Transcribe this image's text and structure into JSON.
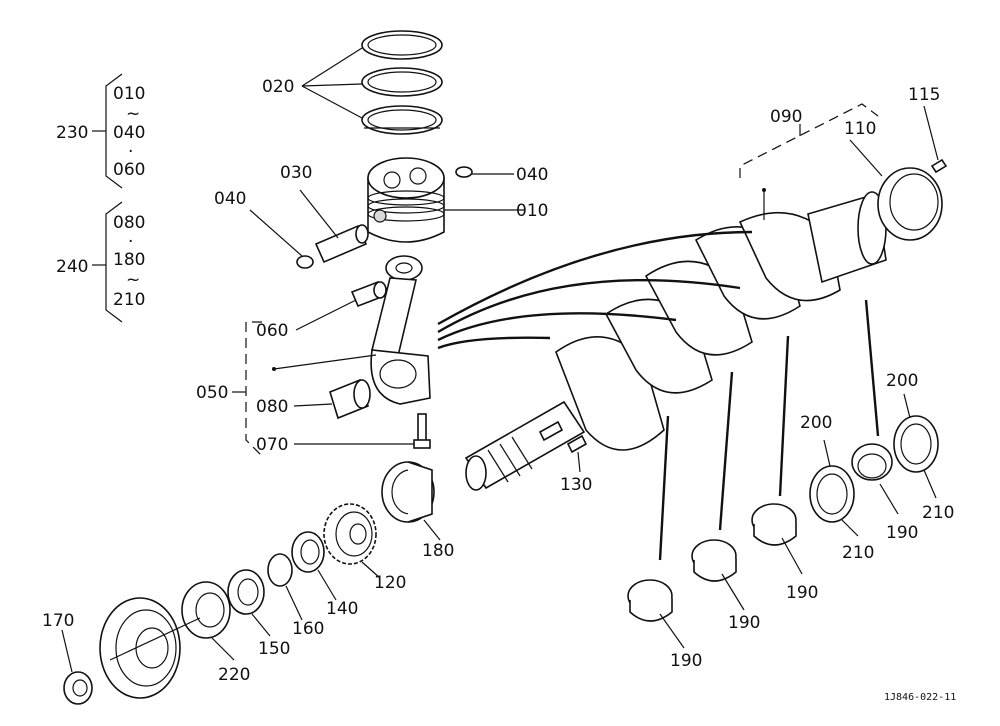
{
  "figure_code": "1J846-022-11",
  "groups": {
    "g230": {
      "label": "230",
      "items": [
        "010",
        "~",
        "040",
        "·",
        "060"
      ]
    },
    "g240": {
      "label": "240",
      "items": [
        "080",
        "·",
        "180",
        "~",
        "210"
      ]
    }
  },
  "labels": {
    "p020": "020",
    "p030": "030",
    "p040a": "040",
    "p040b": "040",
    "p010": "010",
    "p050": "050",
    "p060": "060",
    "p070": "070",
    "p080": "080",
    "p090": "090",
    "p110": "110",
    "p115": "115",
    "p120": "120",
    "p130": "130",
    "p140": "140",
    "p150": "150",
    "p160": "160",
    "p170": "170",
    "p180": "180",
    "p190a": "190",
    "p190b": "190",
    "p190c": "190",
    "p190d": "190",
    "p200a": "200",
    "p200b": "200",
    "p210a": "210",
    "p210b": "210",
    "p220": "220"
  }
}
